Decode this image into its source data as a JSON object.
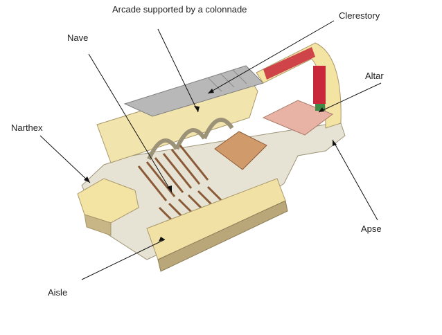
{
  "labels": {
    "arcade": "Arcade supported by a colonnade",
    "clerestory": "Clerestory",
    "nave": "Nave",
    "altar": "Altar",
    "narthex": "Narthex",
    "apse": "Apse",
    "aisle": "Aisle"
  },
  "colors": {
    "wall": "#f4e4a4",
    "wall_shadow": "#b9a77a",
    "floor": "#eceae2",
    "pews": "#c98a5a",
    "pews_dark": "#8a5a36",
    "roof": "#a9a9a9",
    "stained_glass": "#c8283a",
    "chancel": "#e8b2a4",
    "pointer": "#111111"
  }
}
